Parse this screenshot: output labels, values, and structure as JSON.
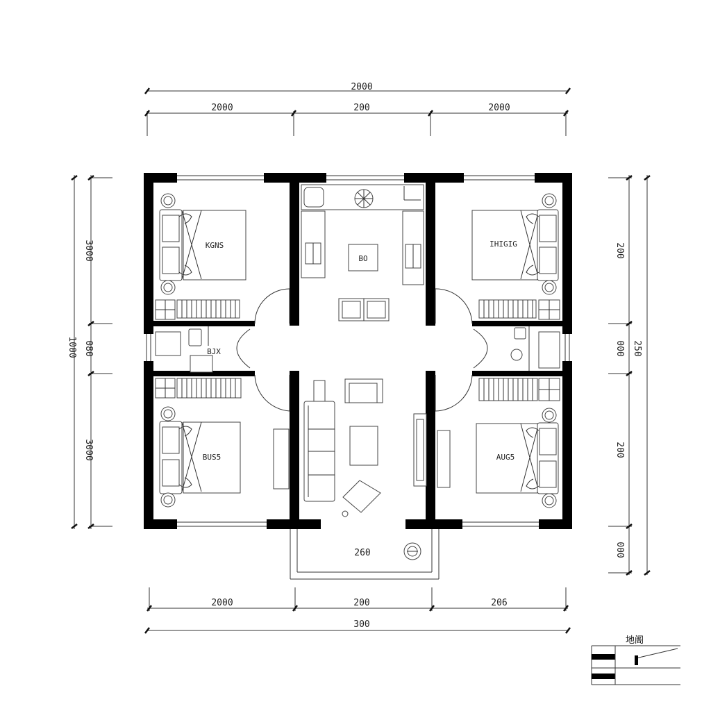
{
  "dimensions": {
    "top_total": "2000",
    "top_segments": [
      "2000",
      "200",
      "2000"
    ],
    "bottom_segments": [
      "2000",
      "200",
      "206"
    ],
    "bottom_total": "300",
    "left_segments": [
      "3000",
      "080",
      "3000"
    ],
    "left_total": "1000",
    "right_segments": [
      "200",
      "000",
      "200",
      "000"
    ],
    "right_total": "250"
  },
  "rooms": {
    "bedroom_top_left": "KGNS",
    "bedroom_top_right": "IHIGIG",
    "bedroom_bottom_left": "BUS5",
    "bedroom_bottom_right": "AUG5",
    "center_room": "BO",
    "bath_left": "BJX",
    "balcony": "260"
  },
  "legend": {
    "title": "地阁"
  }
}
